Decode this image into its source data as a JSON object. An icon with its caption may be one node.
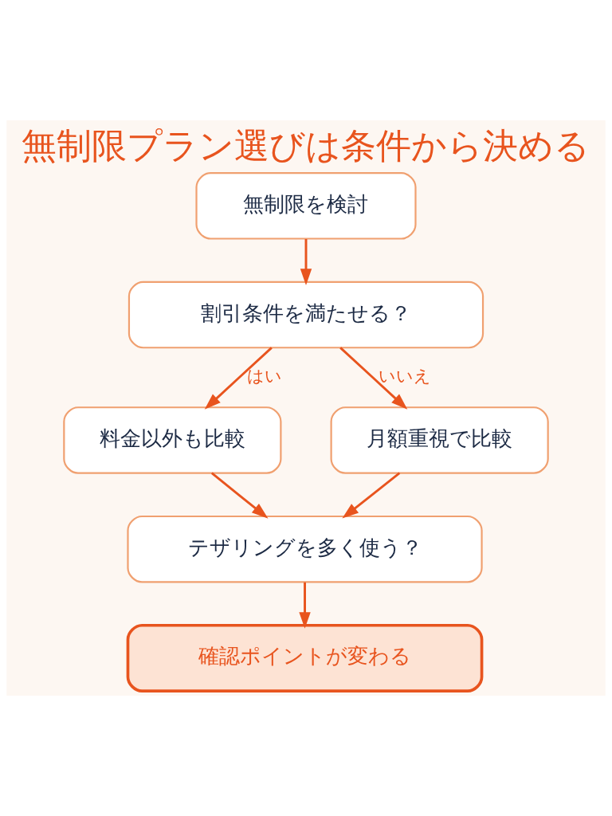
{
  "diagram": {
    "title": "無制限プラン選びは条件から決める",
    "nodes": [
      {
        "text": [
          "無制限を検討"
        ]
      },
      {
        "text": [
          "割引条件を満たせる？"
        ]
      },
      {
        "text": [
          "料金以外も比較"
        ]
      },
      {
        "text": [
          "月額重視で比較"
        ]
      },
      {
        "text": [
          "テザリングを多く使う？"
        ]
      },
      {
        "text": [
          "確認ポイントが変わる"
        ]
      }
    ],
    "edges": [
      {
        "from": 0,
        "to": 1,
        "arrow": "to"
      },
      {
        "from": 1,
        "to": 2,
        "arrow": "to",
        "label": "はい"
      },
      {
        "from": 1,
        "to": 3,
        "arrow": "to",
        "label": "いいえ"
      },
      {
        "from": 2,
        "to": 4,
        "arrow": "to"
      },
      {
        "from": 3,
        "to": 4,
        "arrow": "to"
      },
      {
        "from": 4,
        "to": 5,
        "arrow": "to"
      }
    ]
  }
}
